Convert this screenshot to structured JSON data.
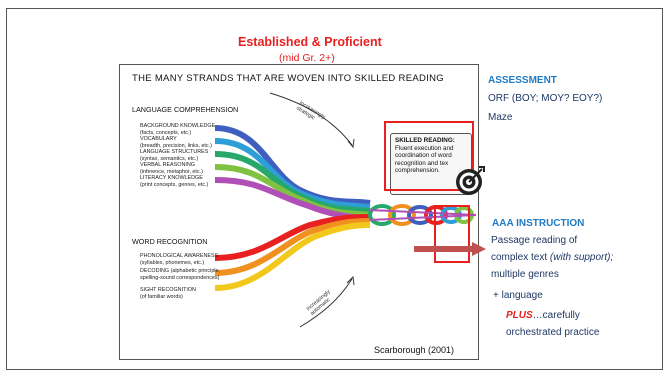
{
  "figure": {
    "title": "THE MANY STRANDS THAT ARE WOVEN INTO SKILLED READING",
    "language_comprehension": {
      "heading": "LANGUAGE COMPREHENSION",
      "strands": [
        {
          "name": "BACKGROUND KNOWLEDGE",
          "detail": "(facts, concepts, etc.)"
        },
        {
          "name": "VOCABULARY",
          "detail": "(breadth, precision, links, etc.)"
        },
        {
          "name": "LANGUAGE STRUCTURES",
          "detail": "(syntax, semantics, etc.)"
        },
        {
          "name": "VERBAL REASONING",
          "detail": "(inference, metaphor, etc.)"
        },
        {
          "name": "LITERACY KNOWLEDGE",
          "detail": "(print concepts, genres, etc.)"
        }
      ],
      "arrow_label_1": "increasingly",
      "arrow_label_2": "strategic"
    },
    "word_recognition": {
      "heading": "WORD RECOGNITION",
      "strands": [
        {
          "name": "PHONOLOGICAL AWARENESS",
          "detail": "(syllables, phonemes, etc.)"
        },
        {
          "name": "DECODING",
          "detail_1": "(alphabetic principle,",
          "detail_2": "spelling-sound correspondences)"
        },
        {
          "name": "SIGHT RECOGNITION",
          "detail": "(of familiar words)"
        }
      ],
      "arrow_label_1": "increasingly",
      "arrow_label_2": "automatic"
    },
    "skilled_reading": {
      "heading": "SKILLED READING:",
      "line1": "Fluent execution and",
      "line2": "coordination of word",
      "line3": "recognition and tex",
      "line4": "comprehension."
    },
    "citation": "Scarborough (2001)"
  },
  "overlay": {
    "established": "Established & Proficient",
    "mid_grade": "(mid Gr. 2+)"
  },
  "assessment": {
    "heading": "ASSESSMENT",
    "line1": "ORF (BOY; MOY? EOY?)",
    "line2": "Maze"
  },
  "instruction": {
    "heading": "AAA INSTRUCTION",
    "line1": "Passage reading of",
    "line2a": "complex text ",
    "line2b": "(with support);",
    "line3": "multiple genres",
    "line4": "+ language",
    "plus": "PLUS",
    "line5": "…carefully",
    "line6": "orchestrated practice"
  },
  "icons": {
    "target": "target-icon",
    "pointer": "arrow-right-icon"
  },
  "colors": {
    "accent_red": "#e8201f",
    "accent_blue": "#1f7ac5",
    "text_navy": "#1f3864"
  }
}
